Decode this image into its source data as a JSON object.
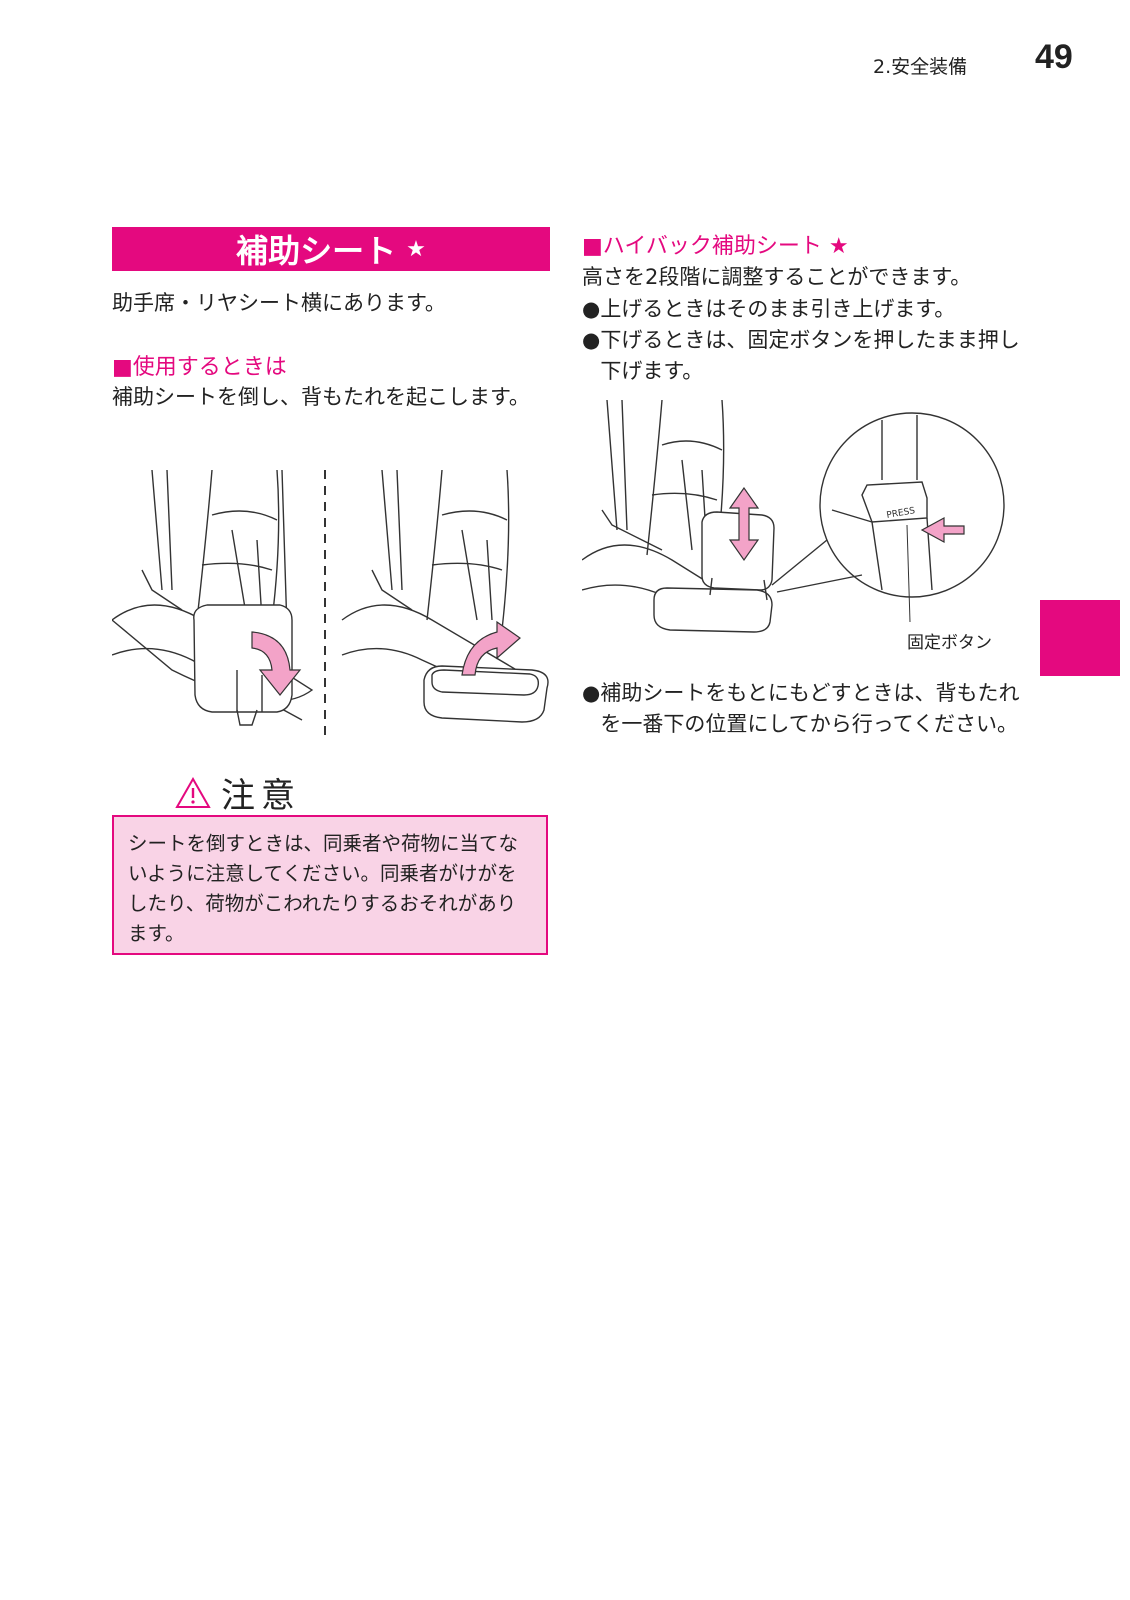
{
  "header": {
    "section": "2.安全装備",
    "page_number": "49"
  },
  "title": {
    "text": "補助シート",
    "star": "★"
  },
  "intro": "助手席・リヤシート横にあります。",
  "usage": {
    "heading": "■使用するときは",
    "text": "補助シートを倒し、背もたれを起こします。"
  },
  "caution": {
    "icon": "warning-triangle-icon",
    "title": "注意",
    "text": "シートを倒すときは、同乗者や荷物に当てないように注意してください。同乗者がけがをしたり、荷物がこわれたりするおそれがあります。"
  },
  "highback": {
    "heading": "■ハイバック補助シート ★",
    "text": "高さを2段階に調整することができます。",
    "bullets": [
      {
        "dot": "●",
        "text": "上げるときはそのまま引き上げます。"
      },
      {
        "dot": "●",
        "text": "下げるときは、固定ボタンを押したまま押し下げます。"
      },
      {
        "dot": "●",
        "text": "補助シートをもとにもどすときは、背もたれを一番下の位置にしてから行ってください。"
      }
    ],
    "figure_label": "固定ボタン",
    "press_label": "PRESS"
  },
  "colors": {
    "accent": "#e4097f",
    "caution_bg": "#f9d3e6",
    "arrow_fill": "#f3a3c8"
  }
}
